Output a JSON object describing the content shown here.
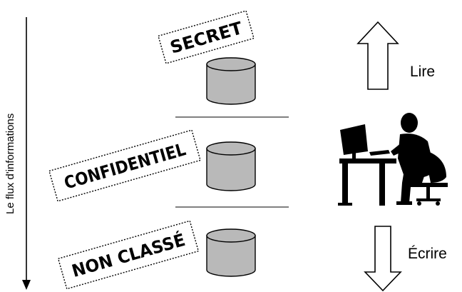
{
  "flow_axis": {
    "label": "Le flux d'informations"
  },
  "levels": [
    {
      "label": "SECRET"
    },
    {
      "label": "CONFIDENTIEL"
    },
    {
      "label": "NON CLASSÉ"
    }
  ],
  "actions": {
    "read": {
      "label": "Lire",
      "direction": "up",
      "icon": "up-arrow-icon"
    },
    "write": {
      "label": "Écrire",
      "direction": "down",
      "icon": "down-arrow-icon"
    }
  },
  "user": {
    "icon": "person-at-computer-icon"
  },
  "colors": {
    "database_fill": "#b9b9b9",
    "stroke": "#000000",
    "background": "#ffffff"
  }
}
